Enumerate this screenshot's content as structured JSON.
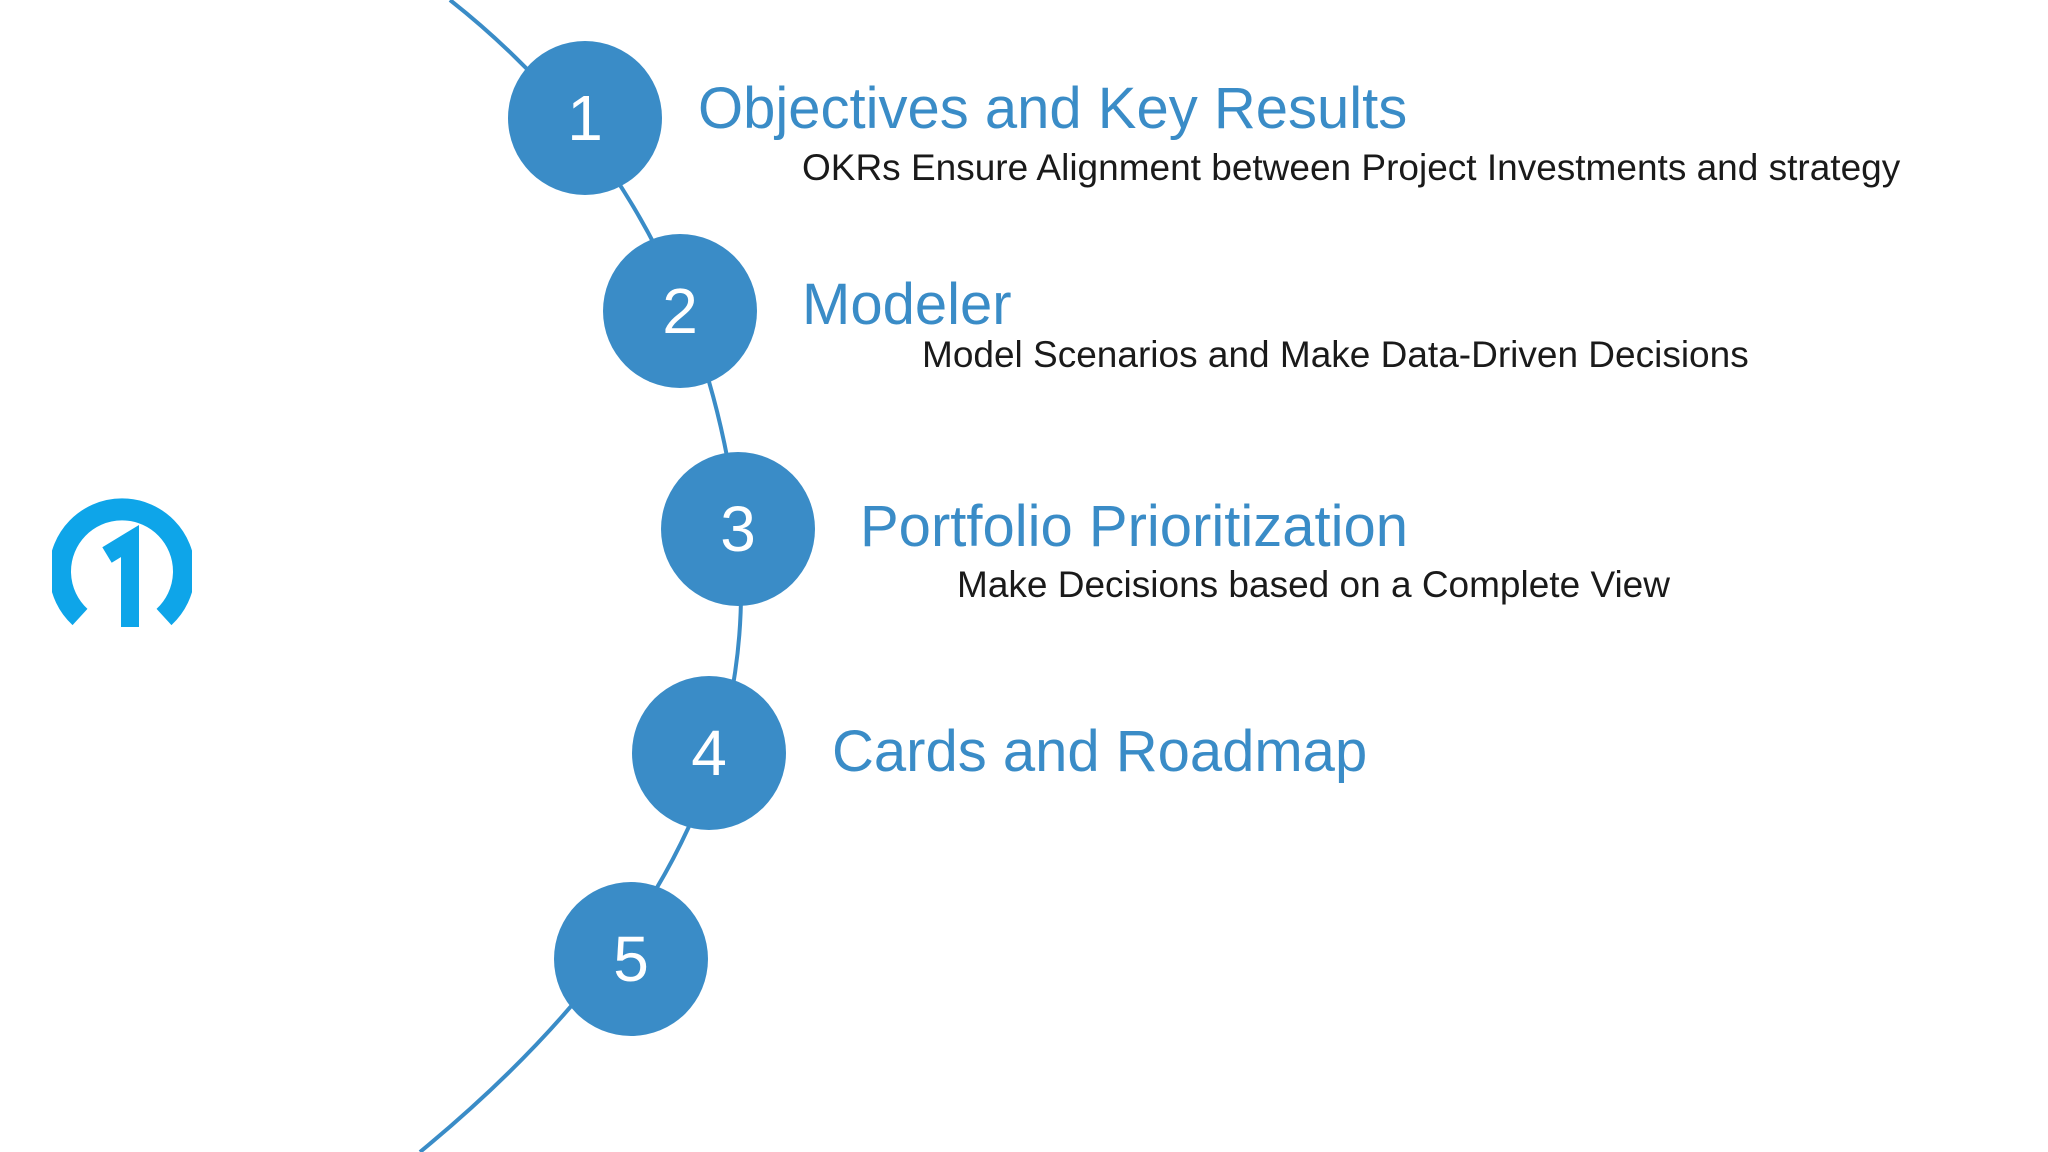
{
  "colors": {
    "accent": "#3a8cc7",
    "logo": "#0ea5e9",
    "description_text": "#1a1a1a",
    "background": "#ffffff"
  },
  "logo": {
    "icon": "number-one-in-ring-logo"
  },
  "steps": [
    {
      "number": "1",
      "title": "Objectives and Key Results",
      "description": "OKRs Ensure Alignment between Project Investments and strategy"
    },
    {
      "number": "2",
      "title": "Modeler",
      "description": "Model Scenarios and Make Data-Driven Decisions"
    },
    {
      "number": "3",
      "title": "Portfolio Prioritization",
      "description": "Make Decisions based on a Complete View"
    },
    {
      "number": "4",
      "title": "Cards and Roadmap",
      "description": ""
    },
    {
      "number": "5",
      "title": "",
      "description": ""
    }
  ]
}
